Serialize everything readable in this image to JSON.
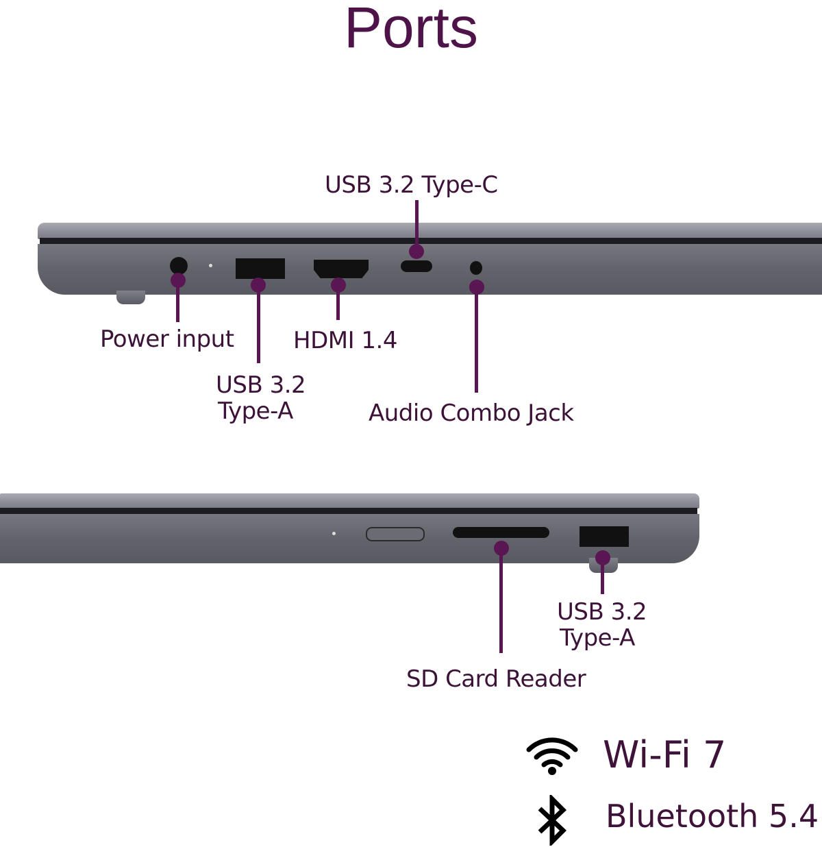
{
  "title": "Ports",
  "left_side": {
    "ports": [
      {
        "label": "USB 3.2 Type-C"
      },
      {
        "label": "Power input"
      },
      {
        "label": "HDMI 1.4"
      },
      {
        "label_line1": "USB 3.2",
        "label_line2": "Type-A"
      },
      {
        "label": "Audio Combo Jack"
      }
    ]
  },
  "right_side": {
    "ports": [
      {
        "label_line1": "USB 3.2",
        "label_line2": "Type-A"
      },
      {
        "label": "SD Card Reader"
      }
    ]
  },
  "connectivity": [
    {
      "icon": "wifi-icon",
      "label": "Wi-Fi 7"
    },
    {
      "icon": "bluetooth-icon",
      "label": "Bluetooth 5.4"
    }
  ],
  "colors": {
    "accent": "#5a1652",
    "text": "#3c1238",
    "chassis": "#65666e"
  }
}
